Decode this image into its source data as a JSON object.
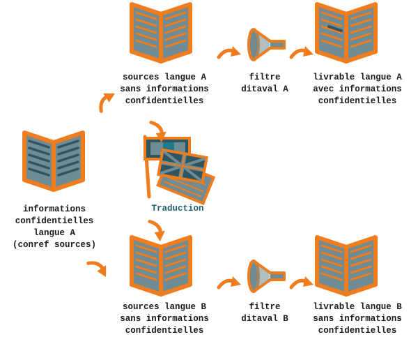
{
  "colors": {
    "orange": "#ef7d1e",
    "book_fill": "#6f8b94",
    "dark_line": "#2f5560",
    "background": "#ffffff",
    "translation_text": "#1f5f6b"
  },
  "nodes": {
    "source_info": {
      "icon": "open-book-icon",
      "lines": [
        "informations",
        "confidentielles",
        "langue A",
        "(conref sources)"
      ]
    },
    "sources_a": {
      "icon": "open-book-icon",
      "lines": [
        "sources langue A",
        "sans informations",
        "confidentielles"
      ]
    },
    "filter_a": {
      "icon": "funnel-icon",
      "lines": [
        "filtre",
        "ditaval A"
      ]
    },
    "deliverable_a": {
      "icon": "open-book-icon",
      "lines": [
        "livrable langue A",
        "avec informations",
        "confidentielles"
      ]
    },
    "translation": {
      "icon": "flags-icon",
      "label": "Traduction"
    },
    "sources_b": {
      "icon": "open-book-icon",
      "lines": [
        "sources langue B",
        "sans informations",
        "confidentielles"
      ]
    },
    "filter_b": {
      "icon": "funnel-icon",
      "lines": [
        "filtre",
        "ditaval B"
      ]
    },
    "deliverable_b": {
      "icon": "open-book-icon",
      "lines": [
        "livrable langue B",
        "sans informations",
        "confidentielles"
      ]
    }
  }
}
